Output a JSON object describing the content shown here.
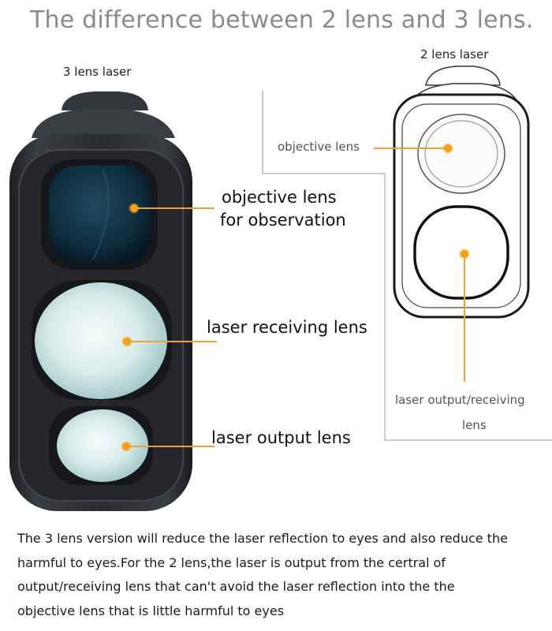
{
  "title": "The difference between 2 lens and 3 lens.",
  "left_device": {
    "caption": "3 lens laser",
    "callouts": {
      "objective_line1": "objective lens",
      "objective_line2": "for observation",
      "receiving": "laser receiving lens",
      "output": "laser output lens"
    }
  },
  "right_device": {
    "caption": "2 lens laser",
    "callouts": {
      "objective": "objective lens",
      "output_receiving_line1": "laser output/receiving",
      "output_receiving_line2": "lens"
    }
  },
  "description_lines": [
    "The 3 lens version will reduce the laser reflection to eyes and also reduce the",
    "harmful to eyes.For the 2 lens,the laser is output from the certral of",
    "output/receiving lens that can't avoid the laser reflection  into the the",
    "objective lens that is little harmful to eyes"
  ],
  "colors": {
    "title": "#8a8a8a",
    "callout_line": "#e8a33a",
    "callout_dot": "#f4a010",
    "device_body": "#2c2f33",
    "divider": "#9a9a9a"
  }
}
